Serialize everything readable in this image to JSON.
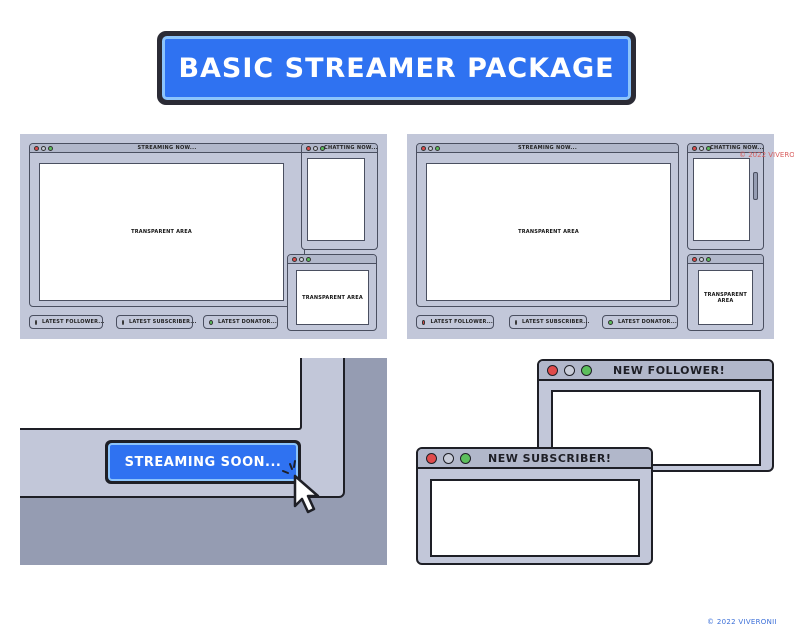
{
  "header": {
    "title": "BASIC STREAMER PACKAGE"
  },
  "layout_a": {
    "main_window_title": "STREAMING NOW...",
    "main_area_label": "TRANSPARENT AREA",
    "chat_window_title": "CHATTING NOW...",
    "cam_area_label": "TRANSPARENT AREA",
    "pills": [
      "LATEST FOLLOWER...",
      "LATEST SUBSCRIBER...",
      "LATEST DONATOR..."
    ]
  },
  "layout_b": {
    "main_window_title": "STREAMING NOW...",
    "main_area_label": "TRANSPARENT AREA",
    "chat_window_title": "CHATTING NOW...",
    "cam_area_label": "TRANSPARENT AREA",
    "pills": [
      "LATEST FOLLOWER...",
      "LATEST SUBSCRIBER...",
      "LATEST DONATOR..."
    ],
    "watermark": "© 2022 VIVERO"
  },
  "soon_panel": {
    "button_label": "STREAMING SOON..."
  },
  "alerts": {
    "follower_title": "NEW FOLLOWER!",
    "subscriber_title": "NEW SUBSCRIBER!"
  },
  "footer": {
    "copyright": "© 2022 VIVERONII"
  },
  "colors": {
    "accent_blue": "#2f72f1",
    "panel_gray": "#c2c7d9",
    "dark_gray": "#959cb2",
    "outline": "#1e1f26",
    "dot_red": "#e04b4b",
    "dot_green": "#5cbf5c"
  }
}
